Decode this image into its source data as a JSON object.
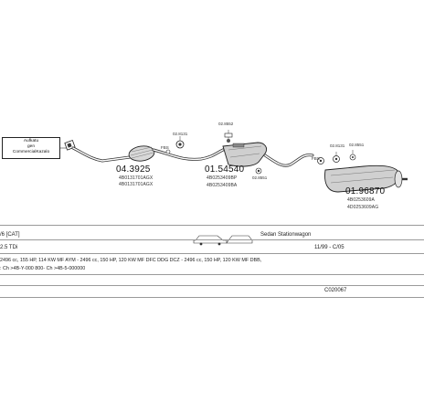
{
  "label_box": {
    "line1": "Aufkatu",
    "line2": "gen",
    "line3": "CommercialKazalo"
  },
  "parts": [
    {
      "number": "04.3925",
      "codes": [
        "4B0131701AGX",
        "4B0131701AGX"
      ]
    },
    {
      "number": "01.54540",
      "codes": [
        "4B0253409BP",
        "4B0253409BA"
      ]
    },
    {
      "number": "01.96870",
      "codes": [
        "4B0253609A",
        "4D0253609AG"
      ]
    }
  ],
  "fittings": {
    "f1": "02.8131",
    "f2": "02.8552",
    "f3": "02.8551",
    "f4": "02.8131",
    "f5": "02.8551",
    "pipe1": "FBS",
    "pipe2": "FBS"
  },
  "info": {
    "engine_type": "/6 [CAT]",
    "body": "Sedan Stationwagon",
    "model": "2.5 TDi",
    "date_range": "11/99 - C/05",
    "engine_detail": "2496 cc, 155 HP, 114 KW MF AYM - 2496 cc, 150 HP, 120 KW MF DFC DDG DCZ - 2496 cc, 150 HP, 120 KW MF DBB,",
    "chassis": ": Ch >4B-Y-000 800- Ch >4B-5-000000",
    "catalog_code": "C020067"
  }
}
